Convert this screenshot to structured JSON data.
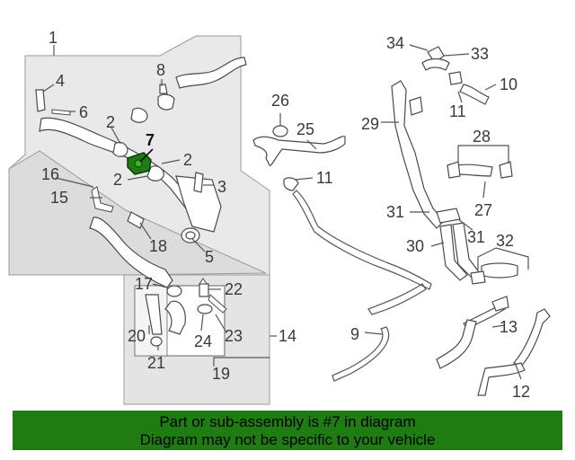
{
  "callouts": [
    "1",
    "2",
    "3",
    "4",
    "5",
    "6",
    "7",
    "8",
    "9",
    "10",
    "11",
    "12",
    "13",
    "14",
    "15",
    "16",
    "17",
    "18",
    "19",
    "20",
    "21",
    "22",
    "23",
    "24",
    "25",
    "26",
    "27",
    "28",
    "29",
    "30",
    "31",
    "32",
    "33",
    "34"
  ],
  "colors": {
    "highlight": "#1e7c12",
    "banner_bg": "#1e7c12",
    "panel_bg": "#e9e9e9",
    "line": "#555555"
  },
  "banner": {
    "line1": "Part or sub-assembly is #7 in diagram",
    "line2": "Diagram may not be specific to your vehicle"
  }
}
